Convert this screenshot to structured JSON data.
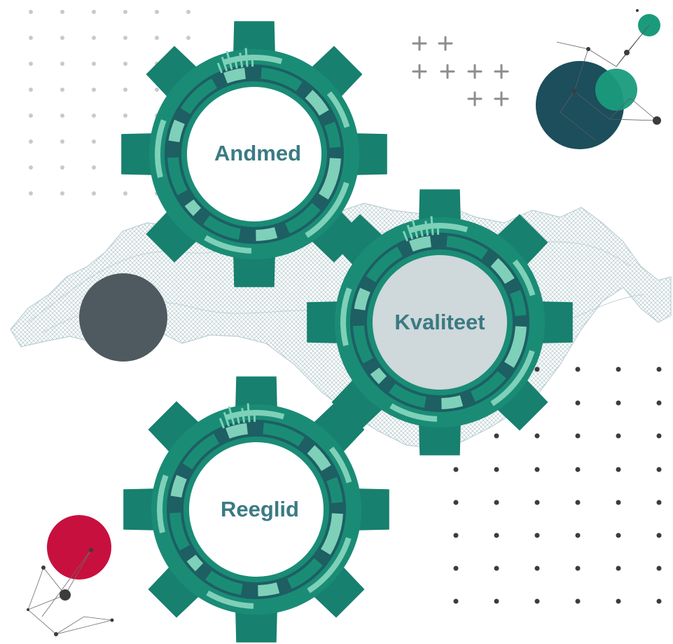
{
  "gears": [
    {
      "id": "andmed",
      "label": "Andmed"
    },
    {
      "id": "kvaliteet",
      "label": "Kvaliteet"
    },
    {
      "id": "reeglid",
      "label": "Reeglid"
    }
  ],
  "colors": {
    "gear_teeth": "#17806e",
    "gear_ring_dark": "#1d5f63",
    "gear_ring_mid": "#1a8c76",
    "gear_segment_light": "#7fd0b8",
    "label_text": "#3b7a83",
    "center_white": "#ffffff",
    "center_grey": "#cfd8da",
    "mesh": "#a9c2c6",
    "circle_dark_teal": "#1c4e5c",
    "circle_green": "#1a9b7b",
    "circle_slate": "#4f5a60",
    "circle_crimson": "#c8103e",
    "dot_grey": "#c9c9c9",
    "dot_dark": "#3c3c3c",
    "plus_grey": "#8c8c8c"
  }
}
